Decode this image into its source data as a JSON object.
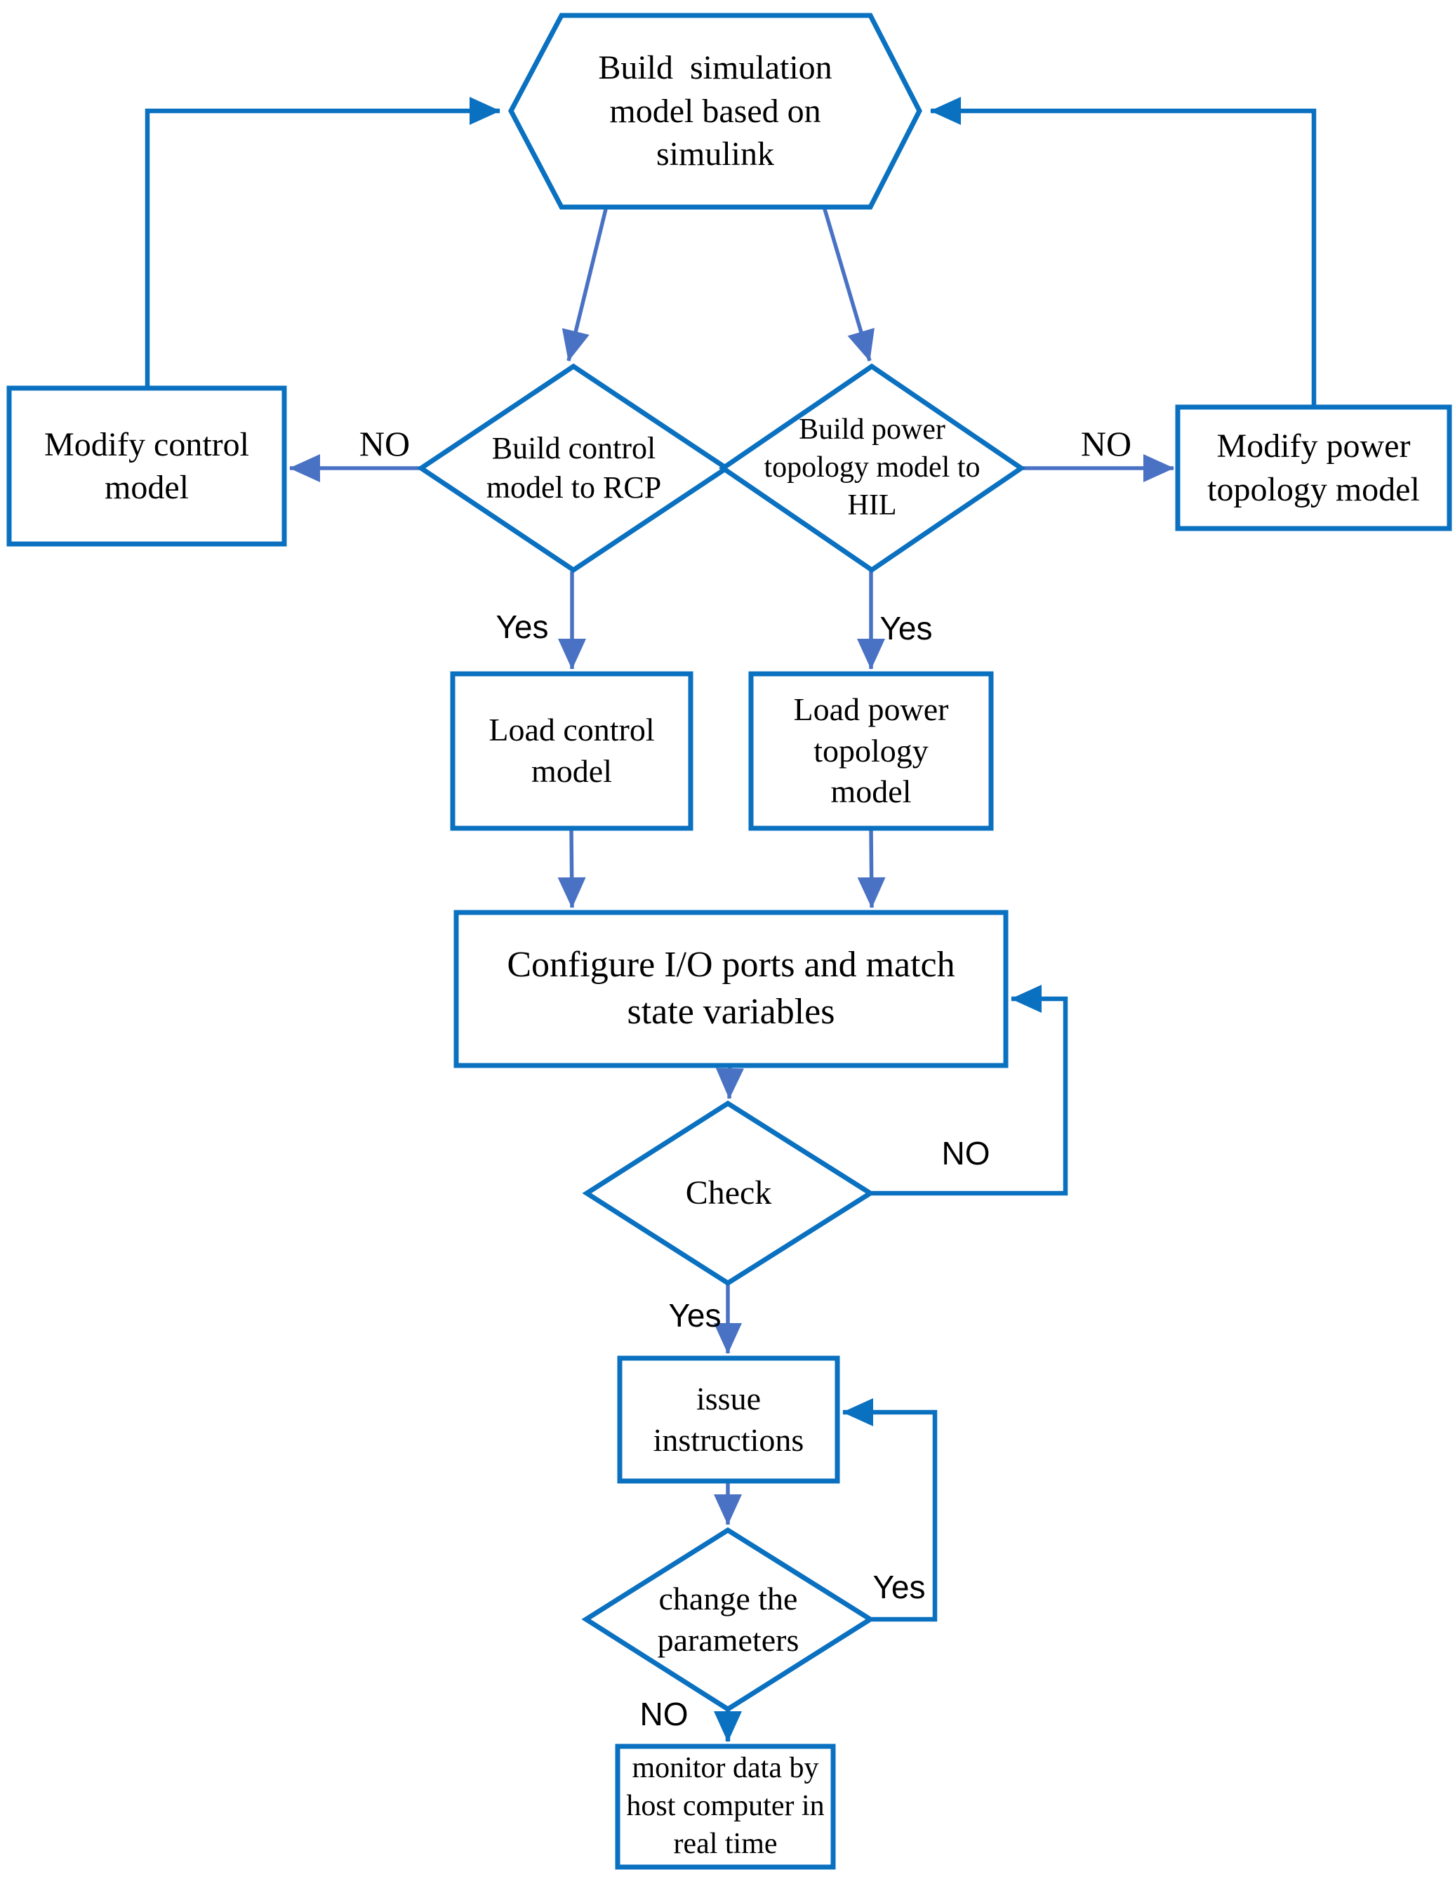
{
  "diagram": {
    "colors": {
      "shape_stroke": "#0a70c0",
      "connector": "#4a72c4",
      "loop_connector": "#0a70c0",
      "text": "#000000"
    },
    "nodes": {
      "start": {
        "lines": [
          "Build  simulation",
          "model based on",
          "simulink"
        ]
      },
      "modify_control": {
        "lines": [
          "Modify control",
          "model"
        ]
      },
      "build_control": {
        "lines": [
          "Build control",
          "model to RCP"
        ]
      },
      "build_power": {
        "lines": [
          "Build power",
          "topology model to",
          "HIL"
        ]
      },
      "modify_power": {
        "lines": [
          "Modify power",
          "topology model"
        ]
      },
      "load_control": {
        "lines": [
          "Load control",
          "model"
        ]
      },
      "load_power": {
        "lines": [
          "Load power",
          "topology",
          "model"
        ]
      },
      "configure": {
        "lines": [
          "Configure I/O ports and match",
          "state variables"
        ]
      },
      "check": {
        "lines": [
          "Check"
        ]
      },
      "issue": {
        "lines": [
          "issue",
          "instructions"
        ]
      },
      "change_params": {
        "lines": [
          "change the",
          "parameters"
        ]
      },
      "monitor": {
        "lines": [
          "monitor data by",
          "host computer in",
          "real time"
        ]
      }
    },
    "edge_labels": {
      "no_control": "NO",
      "no_power": "NO",
      "yes_control": "Yes",
      "yes_power": "Yes",
      "no_check": "NO",
      "yes_check": "Yes",
      "yes_change": "Yes",
      "no_change": "NO"
    }
  }
}
